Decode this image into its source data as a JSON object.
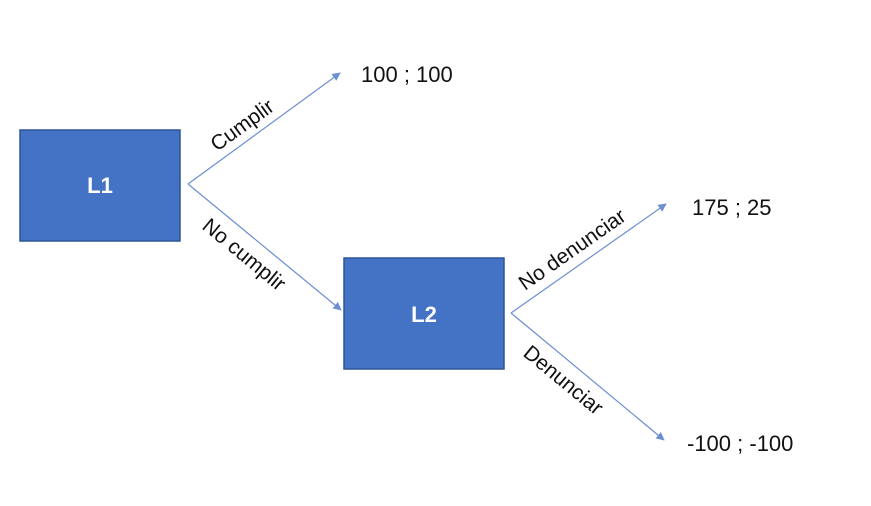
{
  "nodes": {
    "l1": "L1",
    "l2": "L2"
  },
  "edges": {
    "l1_top": "Cumplir",
    "l1_bottom": "No cumplir",
    "l2_top": "No denunciar",
    "l2_bottom": "Denunciar"
  },
  "payoffs": {
    "cumplir": "100 ; 100",
    "no_denunciar": "175 ; 25",
    "denunciar": "-100 ; -100"
  },
  "colors": {
    "node_fill": "#4472c4",
    "edge": "#6b8fd0"
  }
}
